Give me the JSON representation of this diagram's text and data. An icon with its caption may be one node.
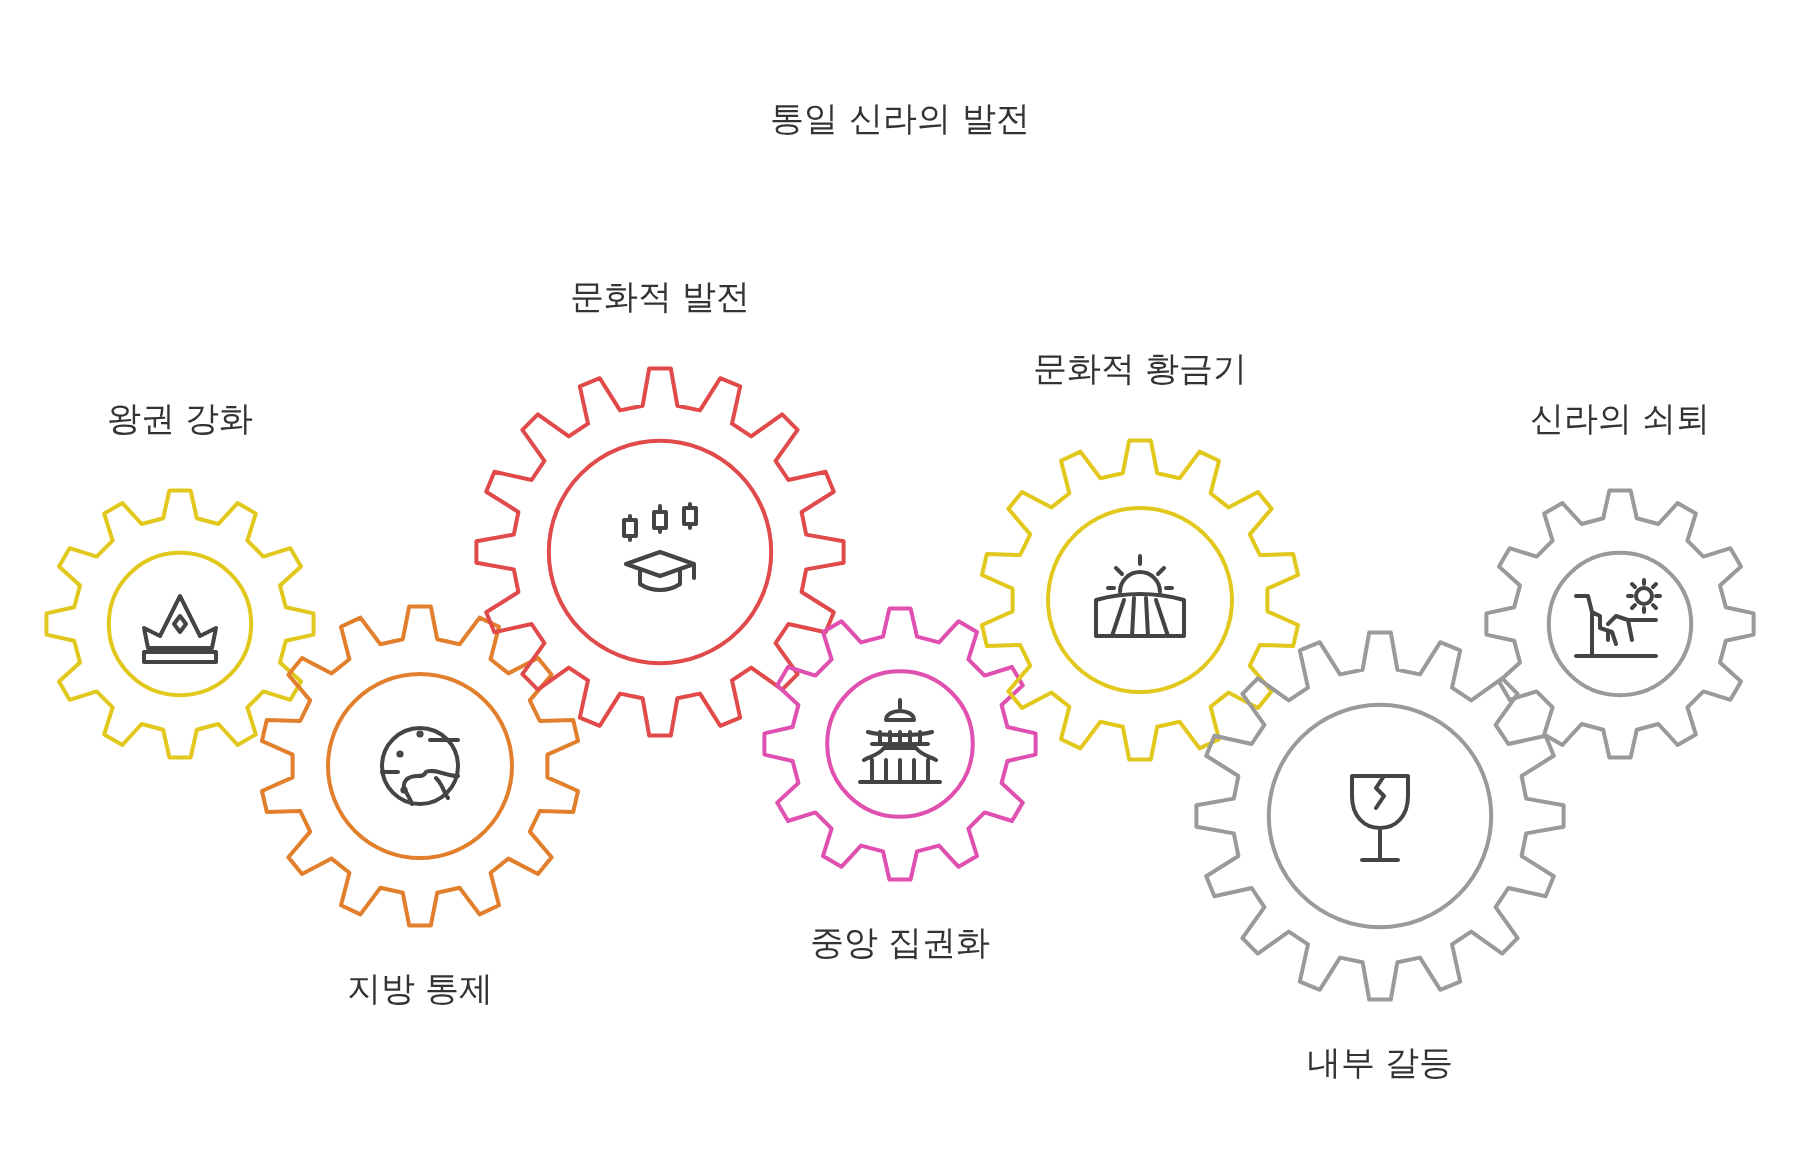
{
  "diagram": {
    "title": "통일 신라의 발전",
    "nodes": [
      {
        "text": [
          "왕권 강화"
        ]
      },
      {
        "text": [
          "지방 통제"
        ]
      },
      {
        "text": [
          "문화적 발전"
        ]
      },
      {
        "text": [
          "중앙 집권화"
        ]
      },
      {
        "text": [
          "문화적 황금기"
        ]
      },
      {
        "text": [
          "내부 갈등"
        ]
      },
      {
        "text": [
          "신라의 쇠퇴"
        ]
      }
    ],
    "edges": []
  }
}
